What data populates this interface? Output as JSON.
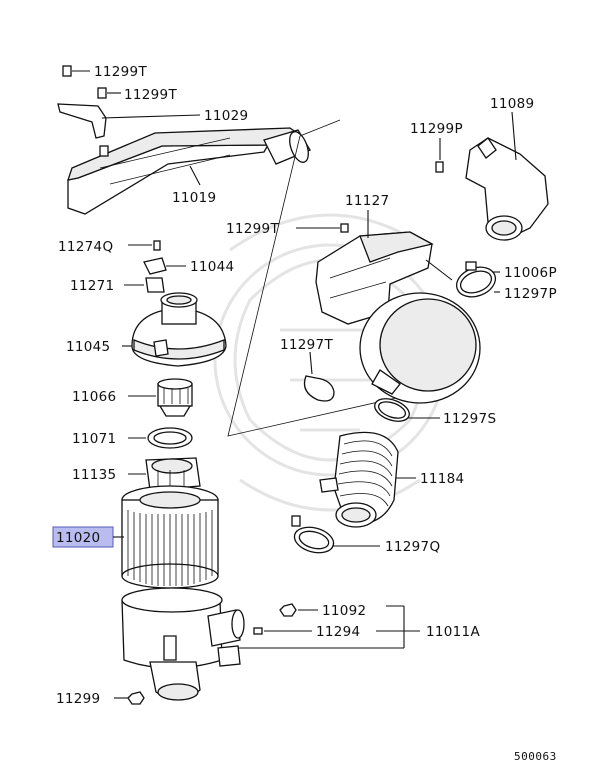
{
  "labels": {
    "p11299T_a": "11299T",
    "p11299T_b": "11299T",
    "p11029": "11029",
    "p11019": "11019",
    "p11089": "11089",
    "p11299P": "11299P",
    "p11127": "11127",
    "p11299T_c": "11299T",
    "p11274Q": "11274Q",
    "p11044": "11044",
    "p11006P": "11006P",
    "p11297P": "11297P",
    "p11271": "11271",
    "p11045": "11045",
    "p11297T": "11297T",
    "p11066": "11066",
    "p11297S": "11297S",
    "p11071": "11071",
    "p11184": "11184",
    "p11135": "11135",
    "p11020": "11020",
    "p11297Q": "11297Q",
    "p11092": "11092",
    "p11294": "11294",
    "p11011A": "11011A",
    "p11299": "11299"
  },
  "highlight_color": "#b9bcef",
  "diagram_code": "500063"
}
